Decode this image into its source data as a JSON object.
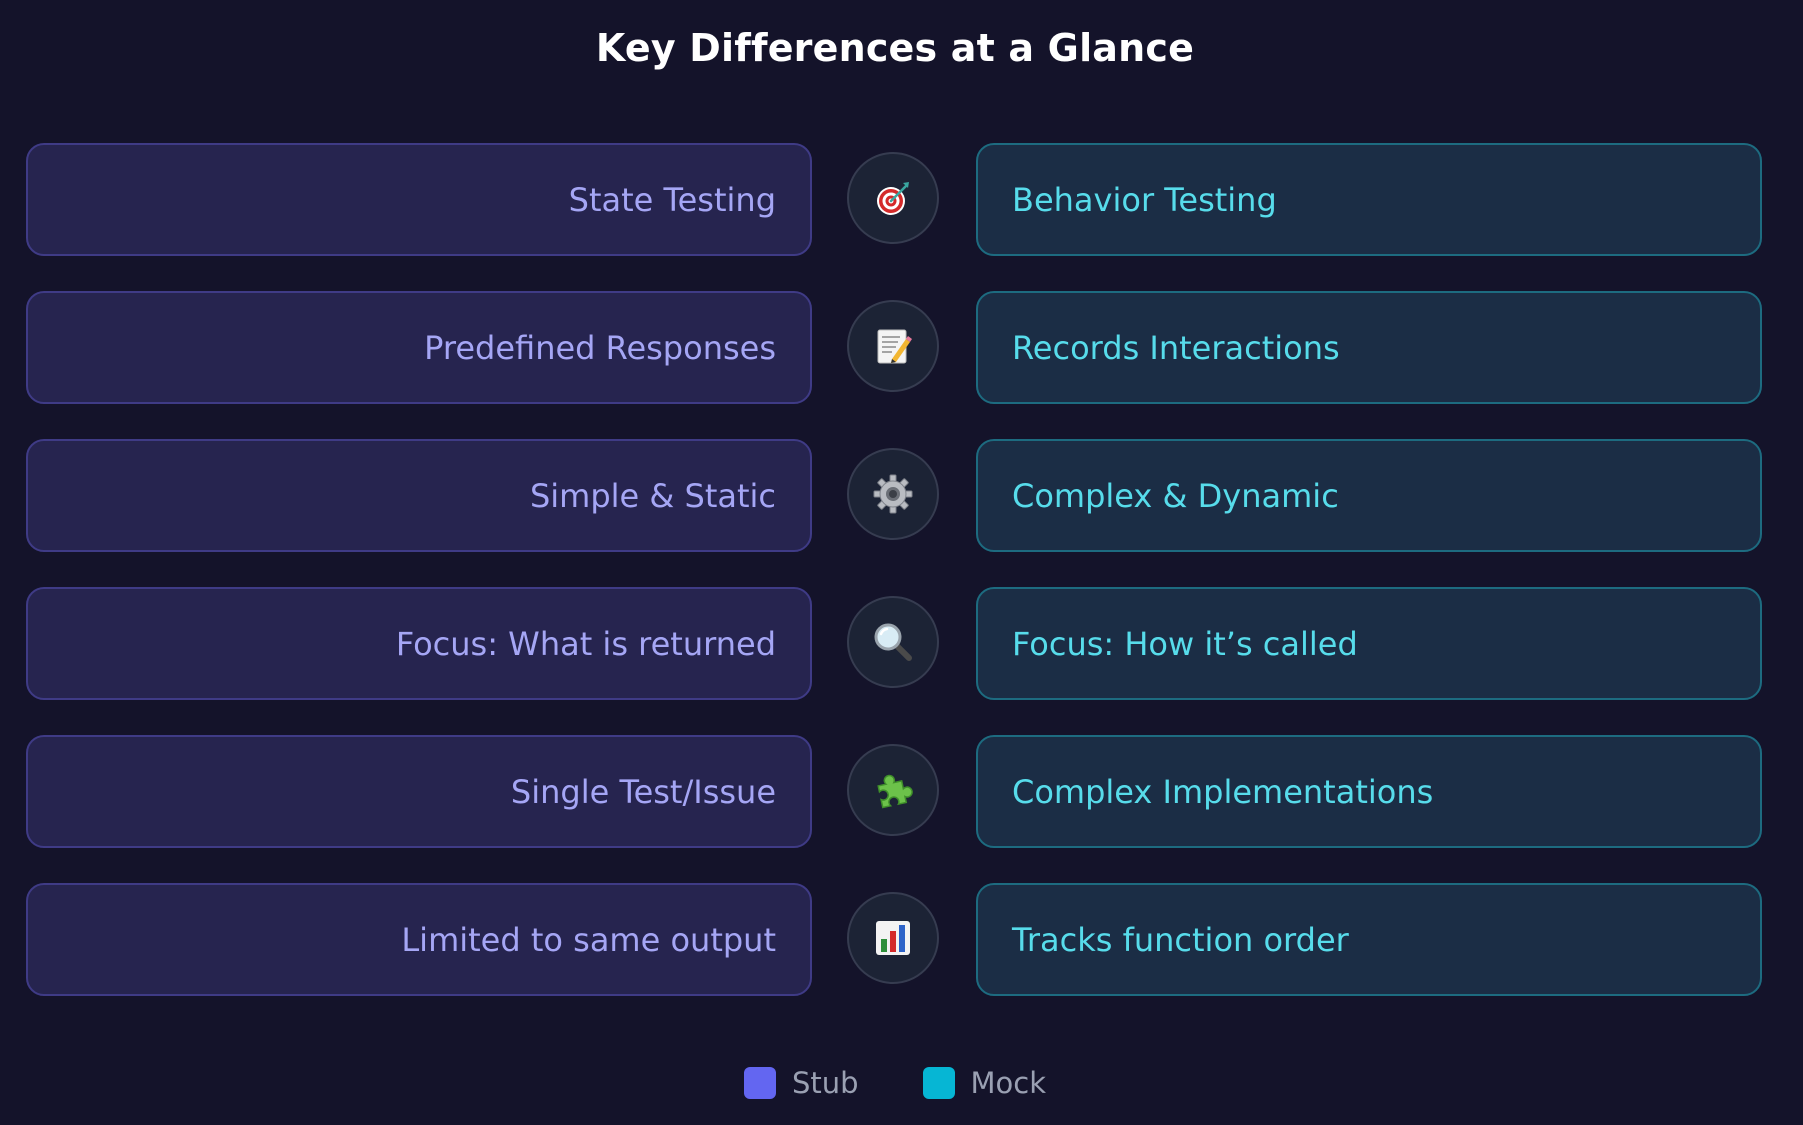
{
  "title": "Key Differences at a Glance",
  "colors": {
    "stub": "#6366f1",
    "mock": "#06b6d4"
  },
  "rows": [
    {
      "left": "State Testing",
      "right": "Behavior Testing",
      "icon": "target-icon"
    },
    {
      "left": "Predefined Responses",
      "right": "Records Interactions",
      "icon": "memo-icon"
    },
    {
      "left": "Simple & Static",
      "right": "Complex & Dynamic",
      "icon": "gear-icon"
    },
    {
      "left": "Focus: What is returned",
      "right": "Focus: How it’s called",
      "icon": "magnifier-icon"
    },
    {
      "left": "Single Test/Issue",
      "right": "Complex Implementations",
      "icon": "puzzle-icon"
    },
    {
      "left": "Limited to same output",
      "right": "Tracks function order",
      "icon": "bar-chart-icon"
    }
  ],
  "legend": [
    {
      "label": "Stub",
      "color": "#6366f1"
    },
    {
      "label": "Mock",
      "color": "#06b6d4"
    }
  ]
}
